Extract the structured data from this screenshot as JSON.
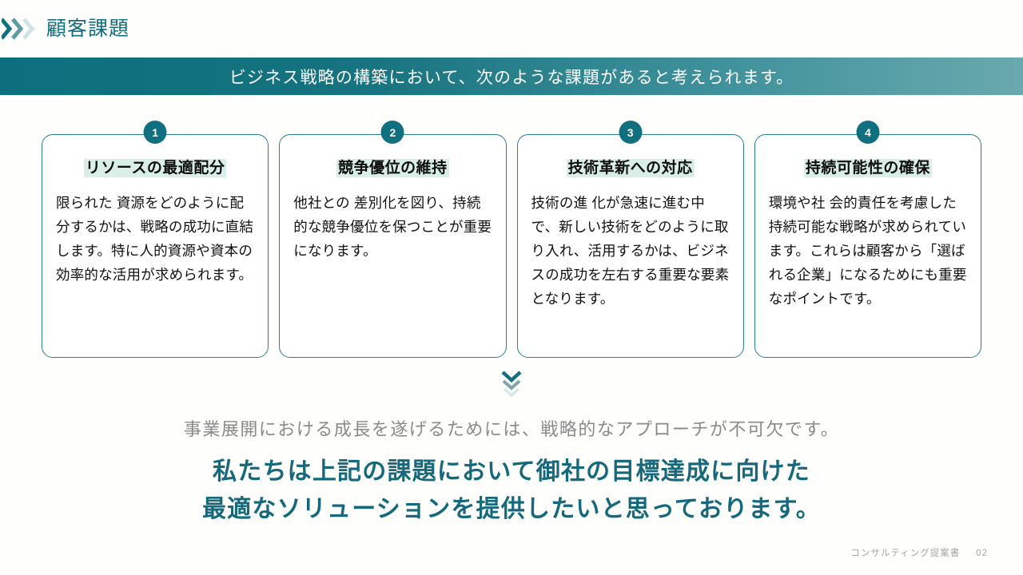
{
  "header": {
    "title": "顧客課題",
    "logo_icon": "triple-chevron-right-icon",
    "accent_color": "#146d7c"
  },
  "banner": {
    "text": "ビジネス戦略の構築において、次のような課題があると考えられます。",
    "gradient_start": "#0d6f7e",
    "gradient_end": "#69a9ae",
    "text_color": "#ffffff"
  },
  "cards": [
    {
      "number": "1",
      "title": "リソースの最適配分",
      "body": "限られた 資源をどのように配分するかは、戦略の成功に直結します。特に人的資源や資本の効率的な活用が求められます。"
    },
    {
      "number": "2",
      "title": "競争優位の維持",
      "body": "他社との 差別化を図り、持続的な競争優位を保つことが重要になります。"
    },
    {
      "number": "3",
      "title": "技術革新への対応",
      "body": "技術の進 化が急速に進む中で、新しい技術をどのように取り入れ、活用するかは、ビジネスの成功を左右する重要な要素となります。"
    },
    {
      "number": "4",
      "title": "持続可能性の確保",
      "body": "環境や社 会的責任を考慮した持続可能な戦略が求められています。これらは顧客から「選ばれる企業」になるためにも重要なポイントです。"
    }
  ],
  "card_style": {
    "border_color": "#2a7f8c",
    "badge_color": "#11707f",
    "title_highlight_color": "#daeee8"
  },
  "divider": {
    "icon": "triple-chevron-down-icon"
  },
  "conclusion": {
    "lead": "事業展開における成長を遂げるためには、戦略的なアプローチが不可欠です。",
    "lead_color": "#8a8a8a",
    "line1": "私たちは上記の課題において御社の目標達成に向けた",
    "line2": "最適なソリューションを提供したいと思っております。",
    "color": "#16697d"
  },
  "footer": {
    "document_name": "コンサルティング提案書",
    "page_number": "02"
  }
}
